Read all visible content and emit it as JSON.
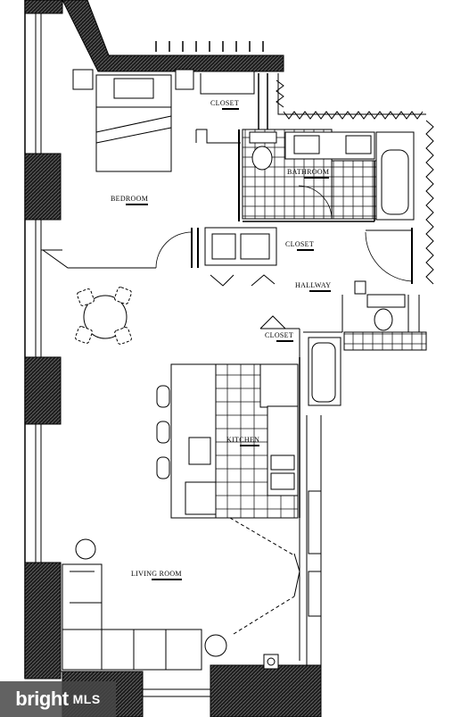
{
  "rooms": {
    "bedroom": "BEDROOM",
    "closet_top": "CLOSET",
    "bathroom": "BATHROOM",
    "closet_mid": "CLOSET",
    "hallway": "HALLWAY",
    "closet_small": "CLOSET",
    "kitchen": "KITCHEN",
    "living_room": "LIVING ROOM"
  },
  "watermark": {
    "brand": "bright",
    "suffix": "MLS"
  },
  "colors": {
    "wall_hatch": "#2a2a2a",
    "line": "#000000",
    "watermark_bg": "#464646"
  }
}
